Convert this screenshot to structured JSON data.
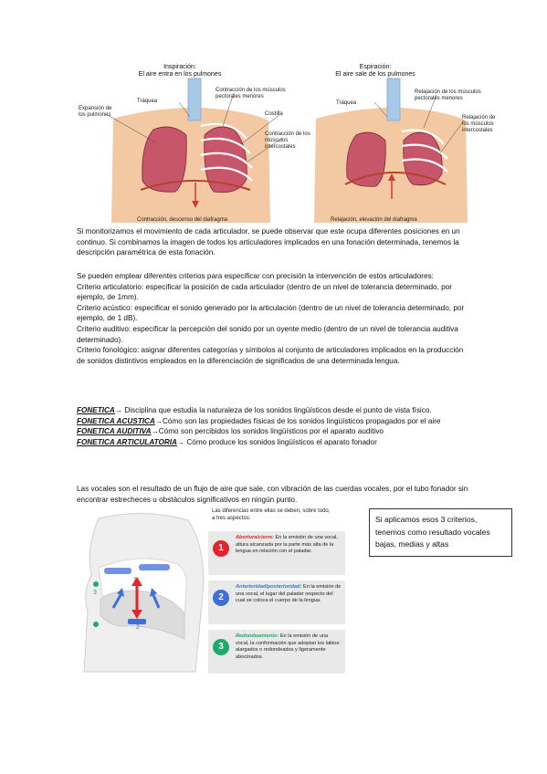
{
  "figure_top": {
    "inspiration": {
      "title": "Inspiración:",
      "subtitle": "El aire entra en los pulmones",
      "labels": {
        "trachea": "Tráquea",
        "lungs": "Expansión de los pulmones",
        "muscles": "Contracción de los músculos pectorales menores",
        "ribs": "Contracción de los músculos intercostales",
        "ribs2": "Costilla",
        "diaphragm_note": "Contracción, descenso del diafragma"
      }
    },
    "expiration": {
      "title": "Espiración:",
      "subtitle": "El aire sale de los pulmones",
      "labels": {
        "trachea": "Tráquea",
        "muscles": "Relajación de los músculos pectorales menores",
        "ribs": "Relajación de los músculos intercostales",
        "diaphragm_note": "Relajación, elevación del diafragma"
      }
    }
  },
  "intro": {
    "p1": "Si monitorizamos el movimiento de cada articulador, se puede observar que este ocupa diferentes posiciones en un continuo. Si combinamos la imagen de todos los articuladores implicados en una fonación determinada, tenemos la descripción paramétrica de esta fonación.",
    "p2": "Se pueden emplear diferentes criterios para especificar con precisión la intervención de estos articuladores:",
    "c1": "Criterio articulatorio: especificar la posición de cada articulador (dentro de un nivel de tolerancia determinado, por ejemplo, de 1mm).",
    "c2": "Criterio acústico: especificar el sonido generado por la articulación (dentro de un nivel de tolerancia determinado, por ejemplo, de 1 dB).",
    "c3": "Criterio auditivo: especificar la percepción del sonido por un oyente medio (dentro de un nivel de tolerancia auditiva determinado).",
    "c4": "Criterio fonológico: asignar diferentes categorías y símbolos al conjunto de articuladores implicados en la producción de sonidos distintivos empleados en la diferenciación de significados de una determinada lengua."
  },
  "definitions": [
    {
      "term": "FONETICA",
      "text": "Disciplina que estudia la naturaleza de los sonidos lingüísticos desde el punto de vista físico."
    },
    {
      "term": "FONETICA ACUSTICA",
      "text": "Cómo son las propiedades físicas de los sonidos lingüísticos propagados por el aire"
    },
    {
      "term": "FONETICA AUDITIVA",
      "text": "Cómo son percibidos los sonidos lingüísticos por el aparato auditivo"
    },
    {
      "term": "FONETICA ARTICULATORIA",
      "text": "Cómo produce los sonidos lingüísticos el aparato fonador"
    }
  ],
  "arrow_glyph": "→",
  "vowels_paragraph": "Las vocales son el resultado de un flujo de aire que sale, con vibración de las cuerdas vocales, por el tubo fonador sin encontrar estrecheces u obstáculos significativos en ningún punto.",
  "note_box": "Si aplicamos esos 3 criterios, tenemos como resultado vocales bajas, medias y altas",
  "figure_bottom": {
    "heading": "Las diferencias entre ellas se deben, sobre todo, a tres aspectos:",
    "labels": [
      "1",
      "2",
      "3"
    ],
    "cards": [
      {
        "num": "1",
        "color": "#e0262b",
        "title": "Abertura/cierre:",
        "text": "En la emisión de una vocal, altura alcanzada por la parte más alta de la lengua en relación con el paladar."
      },
      {
        "num": "2",
        "color": "#3f6fd8",
        "title": "Anterioridad/posterioridad:",
        "text": "En la emisión de una vocal, el lugar del paladar respecto del cual se coloca el cuerpo de la lengua."
      },
      {
        "num": "3",
        "color": "#1faa6a",
        "title": "Redondeamiento:",
        "text": "En la emisión de una vocal, la conformación que adoptan los labios: alargados o redondeados y ligeramente abocinados."
      }
    ]
  }
}
